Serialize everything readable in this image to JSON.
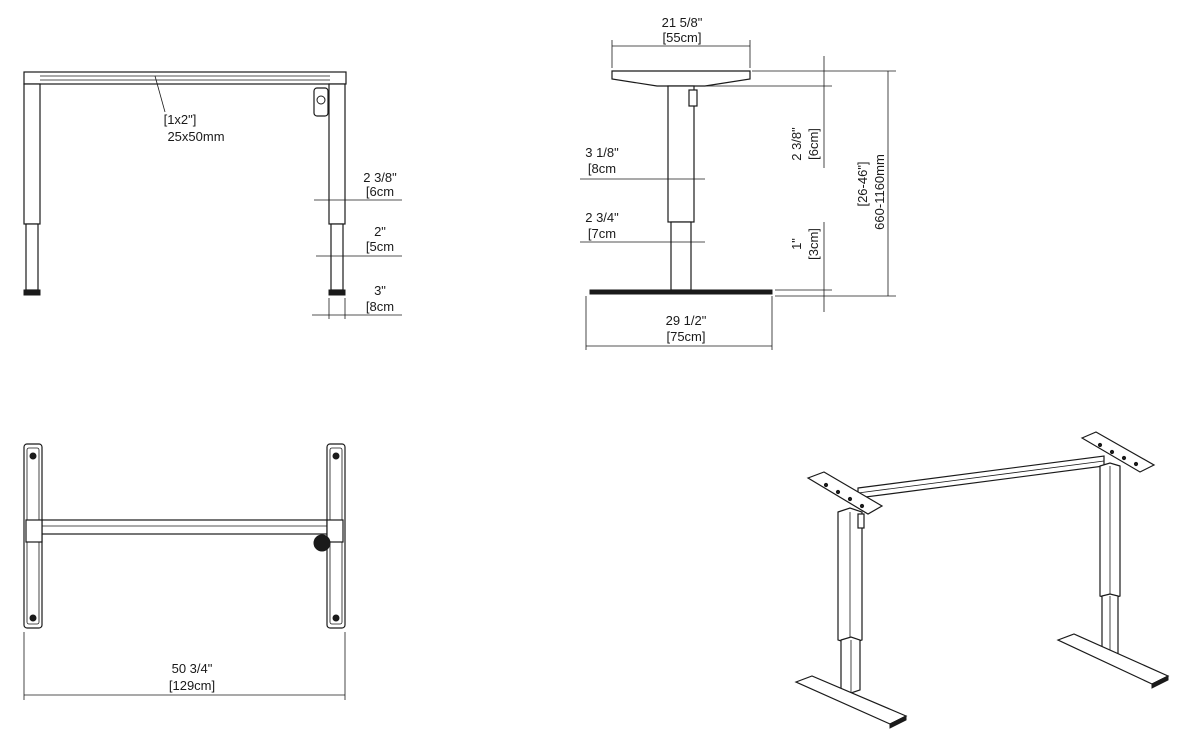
{
  "colors": {
    "line": "#1a1a1a",
    "background": "#ffffff"
  },
  "front_view": {
    "beam_imperial": "[1x2\"]",
    "beam_metric": "25x50mm",
    "col_upper_imperial": "2 3/8\"",
    "col_upper_metric": "[6cm",
    "col_lower_imperial": "2\"",
    "col_lower_metric": "[5cm",
    "foot_imperial": "3\"",
    "foot_metric": "[8cm"
  },
  "side_view": {
    "top_width_imperial": "21 5/8\"",
    "top_width_metric": "[55cm]",
    "col_upper_imperial": "3 1/8\"",
    "col_upper_metric": "[8cm",
    "col_lower_imperial": "2 3/4\"",
    "col_lower_metric": "[7cm",
    "base_width_imperial": "29 1/2\"",
    "base_width_metric": "[75cm]",
    "top_plate_imperial": "2 3/8\"",
    "top_plate_metric": "[6cm]",
    "base_plate_imperial": "1\"",
    "base_plate_metric": "[3cm]",
    "height_imperial": "[26-46\"]",
    "height_metric": "660-1160mm"
  },
  "top_view": {
    "width_imperial": "50 3/4\"",
    "width_metric": "[129cm]"
  }
}
